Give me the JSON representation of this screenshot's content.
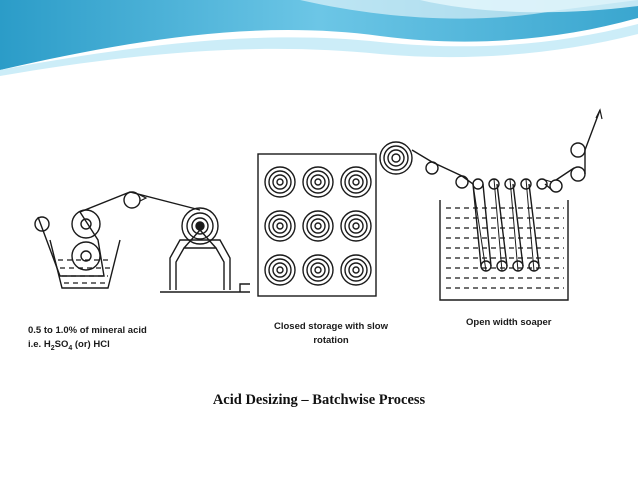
{
  "labels": {
    "acid_line1": "0.5 to 1.0% of mineral acid",
    "acid_line2_prefix": "i.e. H",
    "acid_line2_sub1": "2",
    "acid_line2_mid": "SO",
    "acid_line2_sub2": "4",
    "acid_line2_suffix": " (or) HCl",
    "storage_line1": "Closed storage with slow",
    "storage_line2": "rotation",
    "soaper": "Open width soaper"
  },
  "caption": "Acid Desizing – Batchwise Process",
  "colors": {
    "wave_dark": "#3aa6cf",
    "wave_light": "#a8dff2",
    "line": "#1a1a1a"
  }
}
